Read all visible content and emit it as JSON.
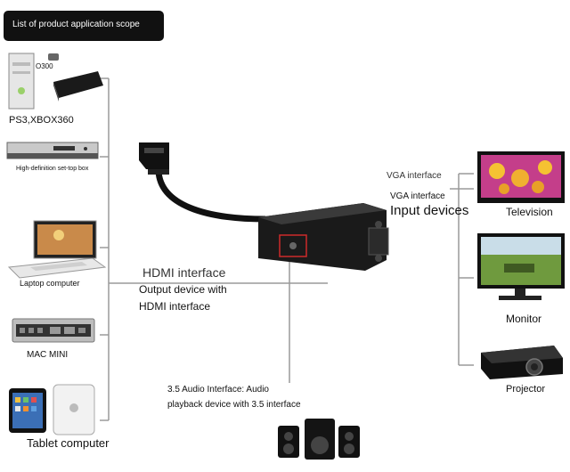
{
  "header": {
    "title": "List of product application scope"
  },
  "sources": {
    "console_model": "O300",
    "console_label": "PS3,XBOX360",
    "settop_label": "High-definition set-top box",
    "laptop_label": "Laptop computer",
    "macmini_label": "MAC MINI",
    "tablet_label": "Tablet computer"
  },
  "adapter": {
    "hdmi_label": "HDMI interface",
    "output_label_line1": "Output device with",
    "output_label_line2": "HDMI interface",
    "audio_label_line1": "3.5 Audio Interface: Audio",
    "audio_label_line2": "playback device with 3.5 interface",
    "vga_label_1": "VGA interface",
    "vga_label_2": "VGA interface",
    "input_label": "Input devices"
  },
  "outputs": {
    "tv_label": "Television",
    "monitor_label": "Monitor",
    "projector_label": "Projector"
  },
  "colors": {
    "connector_line": "#9a9a9a",
    "cable": "#111111",
    "audio_highlight": "#cc2a2a"
  }
}
